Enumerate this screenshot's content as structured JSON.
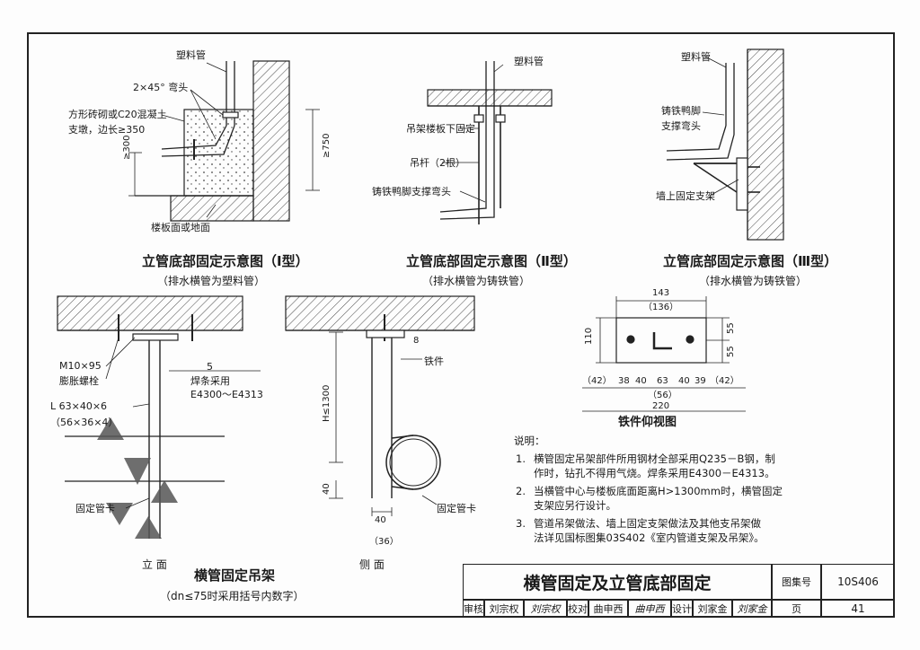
{
  "figure1": {
    "caption": "立管底部固定示意图（Ⅰ型）",
    "subcaption": "（排水横管为塑料管）",
    "labels": {
      "plastic_pipe": "塑料管",
      "elbow": "2×45° 弯头",
      "support_a": "方形砖砌或C20混凝土",
      "support_b": "支墩，边长≥350",
      "floor": "楼板面或地面",
      "dim_300": "≥300",
      "dim_750": "≥750"
    }
  },
  "figure2": {
    "caption": "立管底部固定示意图（Ⅱ型）",
    "subcaption": "（排水横管为铸铁管）",
    "labels": {
      "plastic_pipe": "塑料管",
      "fixed_under_slab": "吊架楼板下固定",
      "rods": "吊杆（2根）",
      "duckfoot": "铸铁鸭脚支撑弯头"
    }
  },
  "figure3": {
    "caption": "立管底部固定示意图（Ⅲ型）",
    "subcaption": "（排水横管为铸铁管）",
    "labels": {
      "plastic_pipe": "塑料管",
      "duckfoot_a": "铸铁鸭脚",
      "duckfoot_b": "支撑弯头",
      "wall_bracket": "墙上固定支架"
    }
  },
  "figure4": {
    "caption": "横管固定吊架",
    "subcaption": "（dn≤75时采用括号内数字）",
    "front_label": "立 面",
    "side_label": "侧 面",
    "labels": {
      "bolt": "M10×95",
      "expansion_bolt": "膨胀螺栓",
      "angle": "L 63×40×6",
      "angle_small": "（56×36×4）",
      "weld_size": "5",
      "weld_a": "焊条采用",
      "weld_b": "E4300～E4313",
      "clamp_front": "固定管卡",
      "clamp_side": "固定管卡",
      "iron_part": "铁件",
      "h_dim": "H≤1300",
      "dim_40": "40",
      "dim_8": "8",
      "dim_40b": "40",
      "dim_36": "（36）"
    }
  },
  "figure5": {
    "caption": "铁件仰视图",
    "dims": {
      "w143": "143",
      "w136": "（136）",
      "h110": "110",
      "h55a": "55",
      "h55b": "55",
      "row": [
        "（42）",
        "38",
        "40",
        "63",
        "40",
        "39",
        "（42）"
      ],
      "w56": "（56）",
      "w220": "220"
    }
  },
  "notes": {
    "heading": "说明：",
    "items": [
      {
        "num": "1.",
        "lines": [
          "横管固定吊架部件所用钢材全部采用Q235－B钢，制",
          "作时，钻孔不得用气烧。焊条采用E4300－E4313。"
        ]
      },
      {
        "num": "2.",
        "lines": [
          "当横管中心与楼板底面距离H>1300mm时，横管固定",
          "支架应另行设计。"
        ]
      },
      {
        "num": "3.",
        "lines": [
          "管道吊架做法、墙上固定支架做法及其他支吊架做",
          "法详见国标图集03S402《室内管道支架及吊架》。"
        ]
      }
    ]
  },
  "title_block": {
    "title": "横管固定及立管底部固定",
    "atlas_label": "图集号",
    "atlas_no": "10S406",
    "page_label": "页",
    "page_no": "41",
    "review_label": "审核",
    "reviewer": "刘宗权",
    "reviewer_sig": "刘宗权",
    "check_label": "校对",
    "checker": "曲申西",
    "checker_sig": "曲申西",
    "design_label": "设计",
    "designer": "刘家金",
    "designer_sig": "刘家金"
  }
}
